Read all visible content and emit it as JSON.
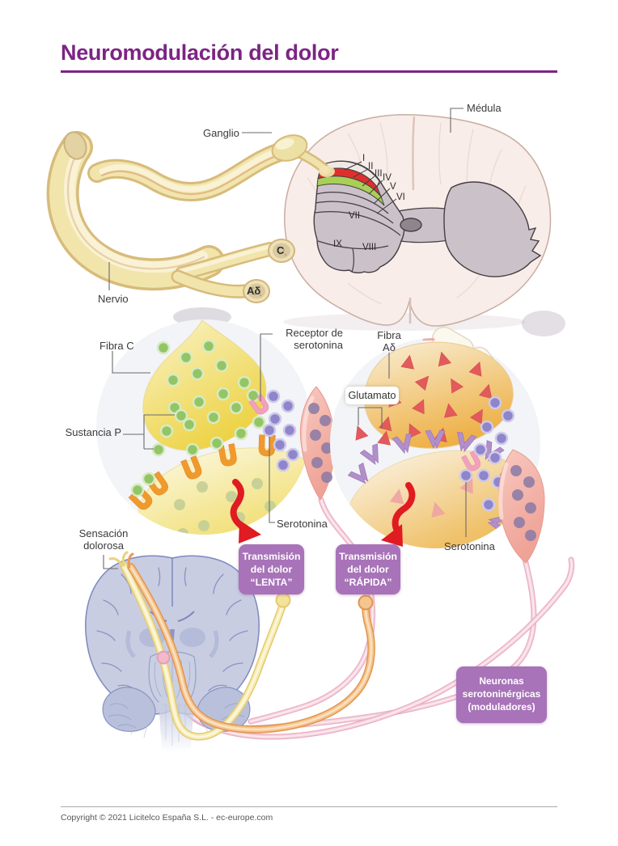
{
  "page": {
    "title": "Neuromodulación del dolor",
    "footer": "Copyright © 2021 Licitelco España S.L. - ec-europe.com"
  },
  "colors": {
    "accent_purple": "#7C2483",
    "callout_purple": "#A873B8",
    "red_arrow": "#E01B22",
    "lamina_red": "#E02E2E",
    "lamina_green": "#A9CF55"
  },
  "anatomy": {
    "medula": "Médula",
    "ganglio": "Ganglio",
    "nervio": "Nervio",
    "fiber_c": "C",
    "fiber_a_delta": "Aδ",
    "laminae": [
      "I",
      "II",
      "III",
      "IV",
      "V",
      "VI",
      "VII",
      "VIII",
      "IX"
    ]
  },
  "synapse_slow": {
    "fiber": "Fibra C",
    "receptor_line1": "Receptor de",
    "receptor_line2": "serotonina",
    "substance": "Sustancia P",
    "serotonin": "Serotonina"
  },
  "synapse_fast": {
    "fiber_line1": "Fibra",
    "fiber_line2": "Aδ",
    "glutamate": "Glutamato",
    "serotonin": "Serotonina"
  },
  "brain": {
    "sensation_line1": "Sensación",
    "sensation_line2": "dolorosa"
  },
  "callouts": {
    "slow": [
      "Transmisión",
      "del dolor",
      "“LENTA”"
    ],
    "fast": [
      "Transmisión",
      "del dolor",
      "“RÁPIDA”"
    ],
    "modulators": [
      "Neuronas",
      "serotoninérgicas",
      "(moduladores)"
    ]
  }
}
